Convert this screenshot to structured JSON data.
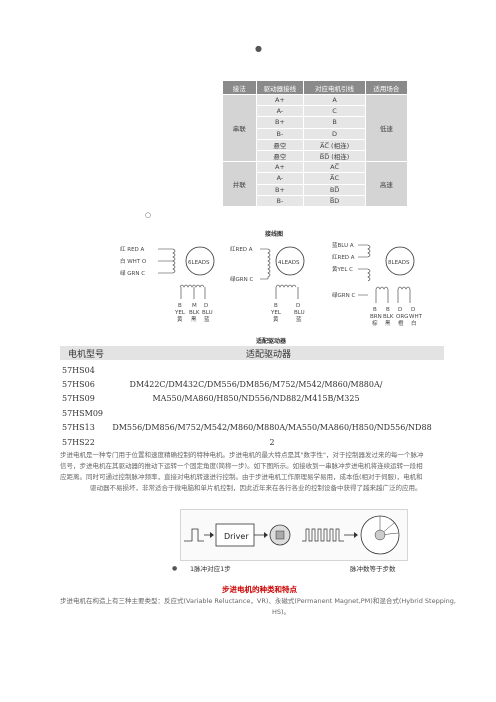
{
  "wiring_table": {
    "headers": [
      "接法",
      "驱动器接线",
      "对应电机引线",
      "适用场合"
    ],
    "series": {
      "name": "串联",
      "use": "低速",
      "rows": [
        [
          "A+",
          "A"
        ],
        [
          "A-",
          "C"
        ],
        [
          "B+",
          "B"
        ],
        [
          "B-",
          "D"
        ],
        [
          "悬空",
          "A̅C̅ (相连)"
        ],
        [
          "悬空",
          "B̅D̅ (相连)"
        ]
      ]
    },
    "parallel": {
      "name": "并联",
      "use": "高速",
      "rows": [
        [
          "A+",
          "AC̅"
        ],
        [
          "A-",
          "A̅C"
        ],
        [
          "B+",
          "BD̅"
        ],
        [
          "B-",
          "B̅D"
        ]
      ]
    }
  },
  "diagram": {
    "caption_top": "接线图",
    "caption_bottom": "适配驱动器",
    "m1": {
      "label": "6LEADS",
      "left_leads": [
        "红 RED A",
        "白 WHT O",
        "绿 GRN C"
      ],
      "bottom_leads": [
        [
          "B",
          "YEL",
          "黄"
        ],
        [
          "M",
          "BLK",
          "黑"
        ],
        [
          "D",
          "BLU",
          "蓝"
        ]
      ]
    },
    "m2": {
      "label": "4LEADS",
      "left_leads": [
        "红RED A",
        "绿GRN C"
      ],
      "bottom_leads": [
        [
          "B",
          "YEL",
          "黄"
        ],
        [
          "D",
          "BLU",
          "蓝"
        ]
      ]
    },
    "m3": {
      "label": "8LEADS",
      "left_leads": [
        "蓝BLU A",
        "红RED A",
        "黄YEL C",
        "绿GRN C"
      ],
      "bottom_leads": [
        [
          "B",
          "BRN",
          "棕"
        ],
        [
          "B",
          "BLK",
          "黑"
        ],
        [
          "D",
          "ORG",
          "橙"
        ],
        [
          "D",
          "WHT",
          "白"
        ]
      ]
    }
  },
  "motor_table": {
    "col1": "电机型号",
    "col2": "适配驱动器",
    "group1_models": [
      "57HS04",
      "57HS06",
      "57HS09",
      "57HSM09"
    ],
    "group1_drivers": [
      "DM422C/DM432C/DM556/DM856/M752/M542/M860/M880A/",
      "MA550/MA860/H850/ND556/ND882/M415B/M325"
    ],
    "group2_models": [
      "57HS13",
      "57HS22"
    ],
    "group2_drivers": [
      "DM556/DM856/M752/M542/M860/M880A/MA550/MA860/H850/ND556/ND88",
      "2"
    ]
  },
  "paragraph1": [
    "步进电机是一种专门用于位置和速度精确控制的特种电机。步进电机的最大特点是其\"数字性\"，对于控制器发过来的每一个脉冲",
    "信号，步进电机在其驱动器的推动下运转一个固定角度(简称一步)。如下图所示。如接收到一串脉冲步进电机将连续运转一段相",
    "应距离。同时可通过控制脉冲频率，直接对电机转速进行控制。由于步进电机工作原理易学易用，成本低(相对于伺服)，电机和",
    "驱动器不易损坏，非常适合于微电脑和单片机控制，因此近年来在各行各业的控制设备中获得了越来越广泛的应用。"
  ],
  "driver_fig": {
    "driver_label": "Driver",
    "caption_left": "1脉冲对应1步",
    "caption_right": "脉冲数等于步数"
  },
  "section_title": "步进电机的种类和特点",
  "paragraph2": [
    "步进电机在构造上有三种主要类型：反应式(Variable Reluctance，VR)、永磁式(Permanent Magnet,PM)和混合式(Hybrid Stepping,",
    "HS)。"
  ]
}
